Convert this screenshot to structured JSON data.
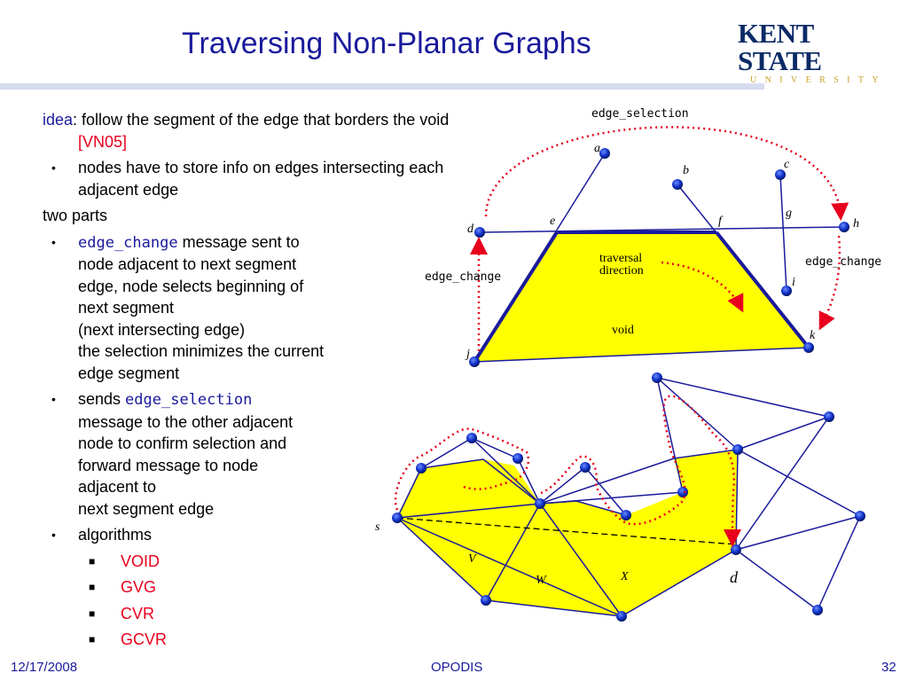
{
  "slide": {
    "title": "Traversing Non-Planar Graphs",
    "logo": {
      "line1": "KENT STATE",
      "line2": "UNIVERSITY"
    }
  },
  "body": {
    "idea_word": "idea",
    "idea_text": ": follow the segment of the edge that borders the void ",
    "idea_ref": "[VN05]",
    "bullet1": "nodes have to store info on edges intersecting each adjacent edge",
    "two_parts": "two parts",
    "edge_change_code": "edge_change",
    "edge_change_l1": " message sent to",
    "edge_change_l2": "node adjacent to next segment",
    "edge_change_l3": "edge, node selects beginning of",
    "edge_change_l4": "next segment",
    "edge_change_l5": "(next intersecting edge)",
    "edge_change_l6": "the selection minimizes the current",
    "edge_change_l7": "edge segment",
    "sends_word": "sends ",
    "edge_selection_code": "edge_selection",
    "sends_l1": "message to the other adjacent",
    "sends_l2": "node to confirm selection and",
    "sends_l3": "forward message to node",
    "sends_l4": "adjacent to",
    "sends_l5": "next segment edge",
    "algorithms": "algorithms",
    "algos": [
      "VOID",
      "GVG",
      "CVR",
      "GCVR"
    ]
  },
  "diagram_top": {
    "edge_selection": "edge_selection",
    "edge_change_left": "edge_change",
    "edge_change_right": "edge_change",
    "traversal_l1": "traversal",
    "traversal_l2": "direction",
    "void": "void",
    "nodes": [
      "a",
      "b",
      "c",
      "d",
      "e",
      "f",
      "g",
      "h",
      "i",
      "j",
      "k"
    ]
  },
  "diagram_bottom": {
    "s": "s",
    "V": "V",
    "W": "W",
    "X": "X",
    "d": "d"
  },
  "footer": {
    "date": "12/17/2008",
    "venue": "OPODIS",
    "page": "32"
  },
  "colors": {
    "title": "#1a1a9c",
    "accent_red": "#e8001c",
    "void_fill": "#ffff00",
    "edge": "#1a1a9c"
  }
}
